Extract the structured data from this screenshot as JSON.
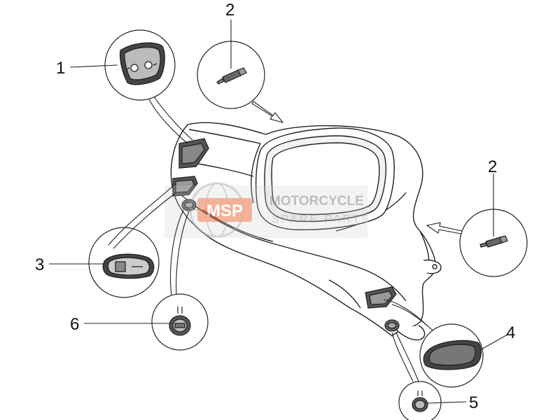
{
  "diagram": {
    "callouts": [
      {
        "id": "c1",
        "number": "1",
        "part": "headlight-switch"
      },
      {
        "id": "c2a",
        "number": "2",
        "part": "bulb-holder-top"
      },
      {
        "id": "c2b",
        "number": "2",
        "part": "bulb-holder-right"
      },
      {
        "id": "c3",
        "number": "3",
        "part": "hazard-switch"
      },
      {
        "id": "c4",
        "number": "4",
        "part": "blank-cover"
      },
      {
        "id": "c5",
        "number": "5",
        "part": "right-knob-switch"
      },
      {
        "id": "c6",
        "number": "6",
        "part": "left-knob-switch"
      }
    ],
    "watermark": {
      "badge": "MSP",
      "line1": "MOTORCYCLE",
      "line2": "SPARE PARTS",
      "color": "#e8622b"
    },
    "colors": {
      "line": "#222222",
      "fill": "#ffffff",
      "shade": "#d9d9d9",
      "dark": "#555555"
    }
  }
}
